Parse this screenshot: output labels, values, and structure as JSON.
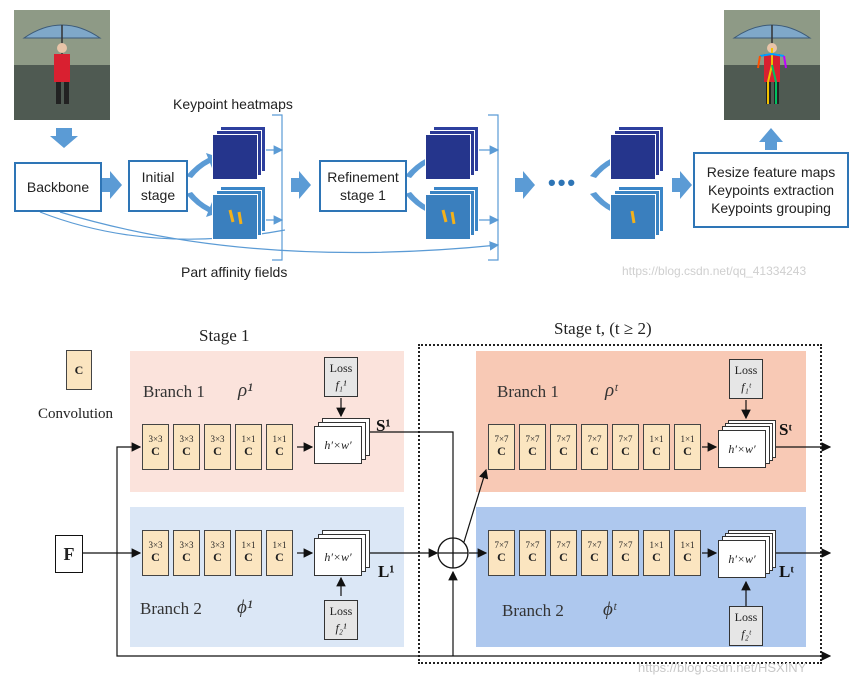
{
  "pipeline": {
    "backbone_label": "Backbone",
    "initial_stage_label": "Initial stage",
    "refinement_stage_label": "Refinement stage 1",
    "dots": "•••",
    "final_box_lines": [
      "Resize feature maps",
      "Keypoints extraction",
      "Keypoints grouping"
    ],
    "keypoint_heatmaps_label": "Keypoint heatmaps",
    "part_affinity_label": "Part affinity fields",
    "watermark_top": "https://blog.csdn.net/qq_41334243"
  },
  "architecture": {
    "legend_conv_letter": "C",
    "legend_conv_label": "Convolution",
    "input_label": "F",
    "stage1_label": "Stage 1",
    "staget_label": "Stage t, (t ≥ 2)",
    "branch1_label": "Branch 1",
    "branch2_label": "Branch 2",
    "rho1": "ρ¹",
    "phi1": "ϕ¹",
    "rhot": "ρᵗ",
    "phit": "ϕᵗ",
    "stage1_kernels": [
      "3×3",
      "3×3",
      "3×3",
      "1×1",
      "1×1"
    ],
    "staget_kernels": [
      "7×7",
      "7×7",
      "7×7",
      "7×7",
      "7×7",
      "1×1",
      "1×1"
    ],
    "feature_map_label": "h′×w′",
    "loss_title": "Loss",
    "loss_f1_1": "f₁¹",
    "loss_f2_1": "f₂¹",
    "loss_f1_t": "f₁ᵗ",
    "loss_f2_t": "f₂ᵗ",
    "S1": "S¹",
    "L1": "L¹",
    "St": "Sᵗ",
    "Lt": "Lᵗ",
    "watermark_bottom": "https://blog.csdn.net/HSXINY"
  },
  "colors": {
    "pipeline_blue": "#2e75b6",
    "arrow_blue": "#5b9bd5",
    "stage1_branch1_bg": "#fbe3dc",
    "stage1_branch2_bg": "#dbe7f6",
    "staget_branch1_bg": "#f8c9b5",
    "staget_branch2_bg": "#aec8ee",
    "conv_fill": "#fbe5c0",
    "loss_fill": "#e6e6e6"
  }
}
